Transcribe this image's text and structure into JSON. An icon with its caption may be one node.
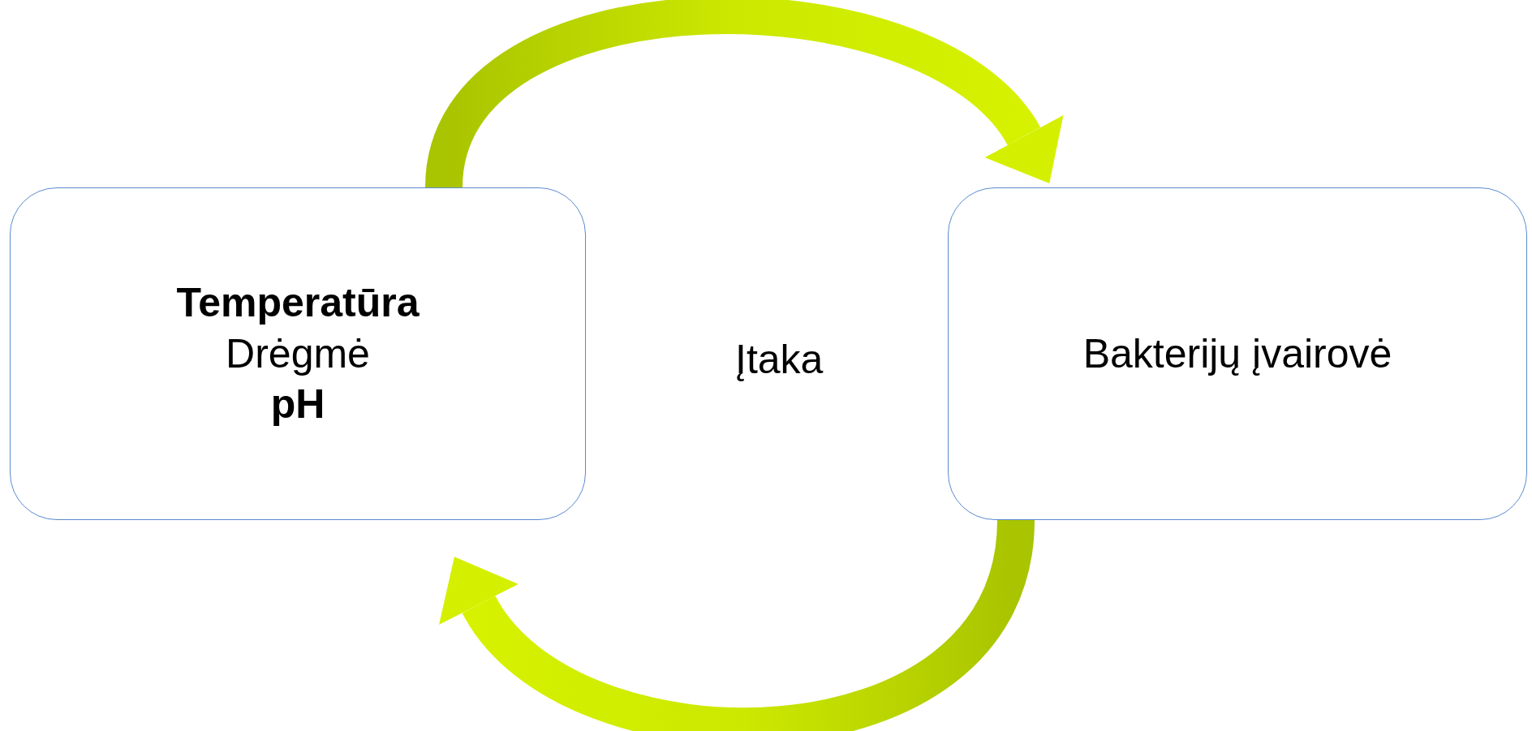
{
  "diagram": {
    "nodes": [
      {
        "text": [
          "**Temperatūra** Drėgmė **pH**"
        ]
      },
      {
        "text": [
          "Bakterijų įvairovė"
        ]
      }
    ],
    "edges": [
      {
        "from": 0,
        "to": 1,
        "arrow": "to",
        "style": "thick"
      },
      {
        "from": 1,
        "to": 0,
        "arrow": "to",
        "style": "thick"
      }
    ],
    "labels": [
      "Įtaka"
    ]
  }
}
